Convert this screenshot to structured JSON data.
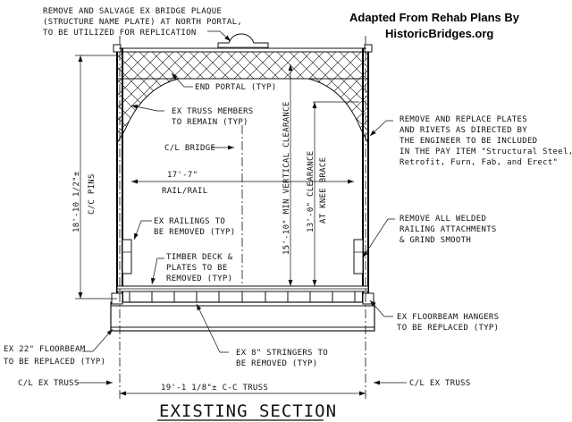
{
  "credit": {
    "line1": "Adapted From Rehab Plans By",
    "line2": "HistoricBridges.org"
  },
  "notes": {
    "plaque": [
      "REMOVE AND SALVAGE EX BRIDGE PLAQUE",
      "(STRUCTURE NAME PLATE) AT NORTH PORTAL,",
      "TO BE UTILIZED FOR REPLICATION"
    ],
    "end_portal": "END PORTAL (TYP)",
    "truss_members": [
      "EX TRUSS MEMBERS",
      "TO REMAIN (TYP)"
    ],
    "cl_bridge": "C/L BRIDGE",
    "railings": [
      "EX RAILINGS TO",
      "BE REMOVED (TYP)"
    ],
    "timber_deck": [
      "TIMBER DECK &",
      "PLATES TO BE",
      "REMOVED (TYP)"
    ],
    "plates_rivets": [
      "REMOVE AND REPLACE PLATES",
      "AND RIVETS AS DIRECTED BY",
      "THE ENGINEER TO BE INCLUDED",
      "IN THE PAY ITEM \"Structural Steel,",
      "Retrofit, Furn, Fab, and Erect\""
    ],
    "welded": [
      "REMOVE ALL WELDED",
      "RAILING ATTACHMENTS",
      "& GRIND SMOOTH"
    ],
    "hangers": [
      "EX FLOORBEAM HANGERS",
      "TO BE REPLACED (TYP)"
    ],
    "floorbeam": [
      "EX 22\" FLOORBEAM",
      "TO BE REPLACED (TYP)"
    ],
    "stringers": [
      "EX 8\" STRINGERS TO",
      "BE REMOVED (TYP)"
    ]
  },
  "dimensions": {
    "pins": "18'-10 1/2\"±",
    "pins_sub": "C/C PINS",
    "rail_width": "17'-7\"",
    "rail_sub": "RAIL/RAIL",
    "vertical_clearance": "15'-10\" MIN VERTICAL CLEARANCE",
    "knee_clearance": "13'-0\" CLEARANCE",
    "knee_sub": "AT KNEE BRACE",
    "truss_cc": "19'-1 1/8\"± C-C TRUSS",
    "cl_left": "C/L EX TRUSS",
    "cl_right": "C/L EX TRUSS"
  },
  "title": "EXISTING SECTION"
}
